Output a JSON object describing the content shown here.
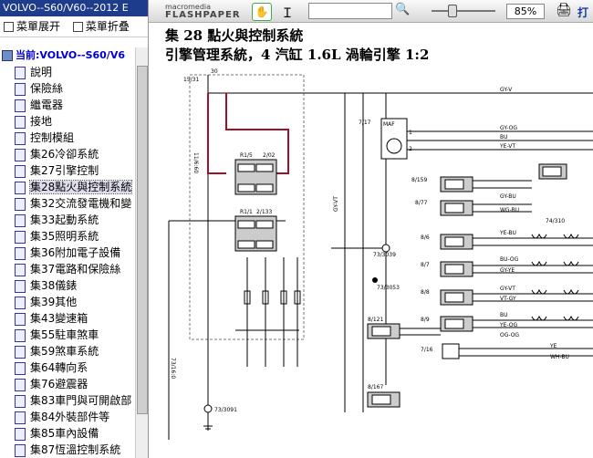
{
  "window": {
    "title": "VOLVO--S60/V60--2012 E"
  },
  "toolbar": {
    "expand_label": "菜單展开",
    "collapse_label": "菜單折叠"
  },
  "tree": {
    "root": "当前:VOLVO--S60/V6",
    "items": [
      "說明",
      "保險絲",
      "繼電器",
      "接地",
      "控制模組",
      "集26冷卻系統",
      "集27引擎控制",
      "集28點火與控制系統",
      "集32交流發電機和變",
      "集33起動系統",
      "集35照明系統",
      "集36附加電子設備",
      "集37電路和保險絲",
      "集38儀錶",
      "集39其他",
      "集43變速箱",
      "集55駐車煞車",
      "集59煞車系統",
      "集64轉向系",
      "集76避震器",
      "集83車門與可開啟部",
      "集84外裝部件等",
      "集85車內設備",
      "集87恆溫控制系統"
    ],
    "selected_index": 7
  },
  "viewer": {
    "brand_top": "macromedia",
    "brand_bottom": "FLASHPAPER",
    "zoom": "85%",
    "print_label": "打"
  },
  "page": {
    "title": "集 28 點火與控制系統",
    "subtitle": "引擎管理系統，4 汽缸 1.6L 渦輪引擎 1:2"
  },
  "diagram": {
    "labels": {
      "l30": "30",
      "l1531": "15/31",
      "l1116": "11/6:60",
      "l2_02": "2/02",
      "rly1": "R1/5",
      "l2133": "2/133",
      "rly2": "R1/1",
      "maf": "MAF",
      "l717": "7/17",
      "gyv": "GY-V",
      "gyoo": "GY-OG",
      "bu": "BU",
      "yevt": "YE-VT",
      "l8159": "8/159",
      "l877": "8/77",
      "gybu": "GY-BU",
      "wgbu": "WG-BU",
      "l74310": "74/310",
      "l86": "8/6",
      "l87": "8/7",
      "l88": "8/8",
      "l89": "8/9",
      "yebu": "YE-BU",
      "buog": "BU-OG",
      "gyye": "GY-YE",
      "gyvt": "GY-VT",
      "vtgy": "VT-GY",
      "yeog": "YE-OG",
      "ogog": "OG-OG",
      "bu2": "BU",
      "l733039": "73/3039",
      "l733053": "73/3053",
      "l8121": "8/121",
      "l716": "7/16",
      "ye": "YE",
      "whbu": "WH-BU",
      "l8167": "8/167",
      "l733091": "73/3091",
      "l731610": "73/16:0",
      "gyvt2": "GY-VT",
      "l1": "1",
      "l2": "2"
    }
  }
}
